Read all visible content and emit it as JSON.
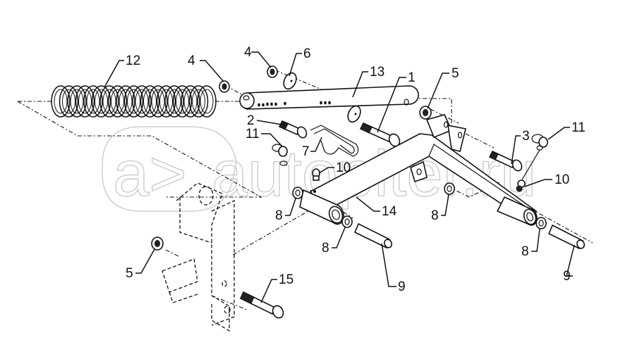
{
  "diagram": {
    "type": "exploded-parts-diagram",
    "watermark": "autopiter.ru",
    "watermark_logo": "a>",
    "callouts": [
      {
        "id": "c12",
        "number": "12",
        "part": "spring"
      },
      {
        "id": "c4a",
        "number": "4",
        "part": "nut"
      },
      {
        "id": "c4b",
        "number": "4",
        "part": "nut"
      },
      {
        "id": "c6",
        "number": "6",
        "part": "washer"
      },
      {
        "id": "c13",
        "number": "13",
        "part": "link-bar"
      },
      {
        "id": "c1",
        "number": "1",
        "part": "bolt"
      },
      {
        "id": "c5a",
        "number": "5",
        "part": "nut"
      },
      {
        "id": "c2",
        "number": "2",
        "part": "bolt"
      },
      {
        "id": "c11a",
        "number": "11",
        "part": "clip"
      },
      {
        "id": "c7",
        "number": "7",
        "part": "spring-clip"
      },
      {
        "id": "c10a",
        "number": "10",
        "part": "grease-nipple"
      },
      {
        "id": "c3",
        "number": "3",
        "part": "bolt"
      },
      {
        "id": "c11b",
        "number": "11",
        "part": "clip"
      },
      {
        "id": "c10b",
        "number": "10",
        "part": "grease-nipple"
      },
      {
        "id": "c8a",
        "number": "8",
        "part": "bushing"
      },
      {
        "id": "c14",
        "number": "14",
        "part": "arm-frame"
      },
      {
        "id": "c8b",
        "number": "8",
        "part": "bushing"
      },
      {
        "id": "c8c",
        "number": "8",
        "part": "bushing"
      },
      {
        "id": "c8d",
        "number": "8",
        "part": "bushing"
      },
      {
        "id": "c9a",
        "number": "9",
        "part": "pin"
      },
      {
        "id": "c9b",
        "number": "9",
        "part": "pin"
      },
      {
        "id": "c5b",
        "number": "5",
        "part": "nut"
      },
      {
        "id": "c15",
        "number": "15",
        "part": "bolt"
      }
    ]
  }
}
